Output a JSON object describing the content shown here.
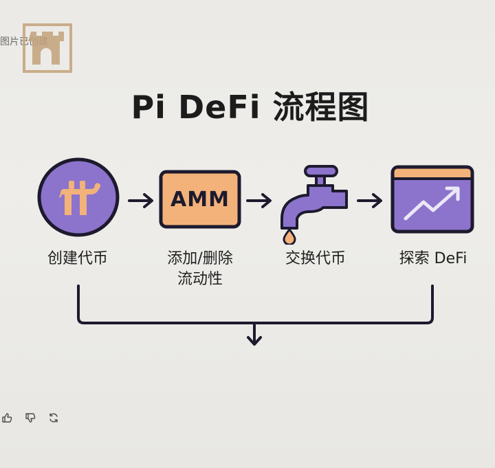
{
  "page": {
    "top_caption": "图片已创建",
    "title": "Pi DeFi 流程图"
  },
  "colors": {
    "purple": "#8c74cc",
    "orange": "#f2b27a",
    "outline": "#1d1a2e",
    "text": "#1f1f1f",
    "watermark": "#c4a37c"
  },
  "flow": {
    "steps": [
      {
        "id": "create-token",
        "icon": "pi-coin-icon",
        "label_lines": [
          "创建代币"
        ]
      },
      {
        "id": "amm-liquidity",
        "icon": "amm-box-icon",
        "box_text": "AMM",
        "label_lines": [
          "添加/删除",
          "流动性"
        ]
      },
      {
        "id": "swap-token",
        "icon": "faucet-icon",
        "label_lines": [
          "交换代币"
        ]
      },
      {
        "id": "explore-defi",
        "icon": "chart-window-icon",
        "label_lines": [
          "探索 DeFi"
        ]
      }
    ],
    "connectors": [
      "arrow-right",
      "arrow-right",
      "arrow-right"
    ],
    "merge": "bracket-down-arrow"
  },
  "footer": {
    "actions": [
      {
        "name": "thumbs-up",
        "icon": "thumbs-up-icon"
      },
      {
        "name": "thumbs-down",
        "icon": "thumbs-down-icon"
      },
      {
        "name": "regenerate",
        "icon": "refresh-icon"
      }
    ]
  }
}
